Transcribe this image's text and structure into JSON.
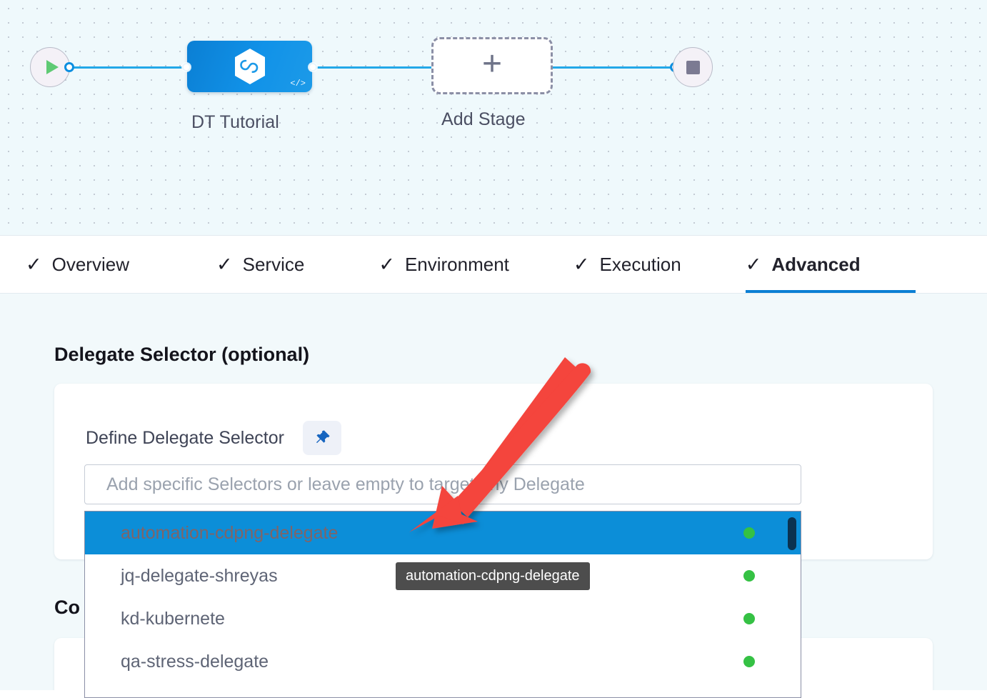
{
  "pipeline": {
    "start_node": {
      "icon": "play-icon",
      "name": "start-node"
    },
    "end_node": {
      "icon": "stop-icon",
      "name": "end-node"
    },
    "stage": {
      "label": "DT Tutorial",
      "icon": "harness-hexagon-icon",
      "badge_icon": "code-icon",
      "badge_text": "</>"
    },
    "add_stage": {
      "label": "Add Stage",
      "icon": "plus-icon",
      "plus": "+"
    }
  },
  "tabs": [
    {
      "label": "Overview",
      "check": "✓",
      "active": false
    },
    {
      "label": "Service",
      "check": "✓",
      "active": false
    },
    {
      "label": "Environment",
      "check": "✓",
      "active": false
    },
    {
      "label": "Execution",
      "check": "✓",
      "active": false
    },
    {
      "label": "Advanced",
      "check": "✓",
      "active": true
    }
  ],
  "content": {
    "section_title": "Delegate Selector (optional)",
    "section_title_2": "Co",
    "define_label": "Define Delegate Selector",
    "pin_icon": "pin-icon"
  },
  "selector": {
    "placeholder": "Add specific Selectors or leave empty to target any Delegate",
    "value": "",
    "options": [
      {
        "label": "automation-cdpng-delegate",
        "status": "connected",
        "selected": true
      },
      {
        "label": "jq-delegate-shreyas",
        "status": "connected",
        "selected": false
      },
      {
        "label": "kd-kubernete",
        "status": "connected",
        "selected": false
      },
      {
        "label": "qa-stress-delegate",
        "status": "connected",
        "selected": false
      }
    ],
    "tooltip": "automation-cdpng-delegate"
  },
  "colors": {
    "accent_blue": "#0c8ed8",
    "canvas_bg": "#eff9fc",
    "content_bg": "#f2f9fb",
    "status_green": "#35c144",
    "annotation_red": "#f4443c",
    "tooltip_bg": "#4d4d4d",
    "scrollbar": "#0b3250"
  },
  "annotation": {
    "type": "arrow",
    "color": "#f4443c",
    "points_to": "automation-cdpng-delegate"
  }
}
